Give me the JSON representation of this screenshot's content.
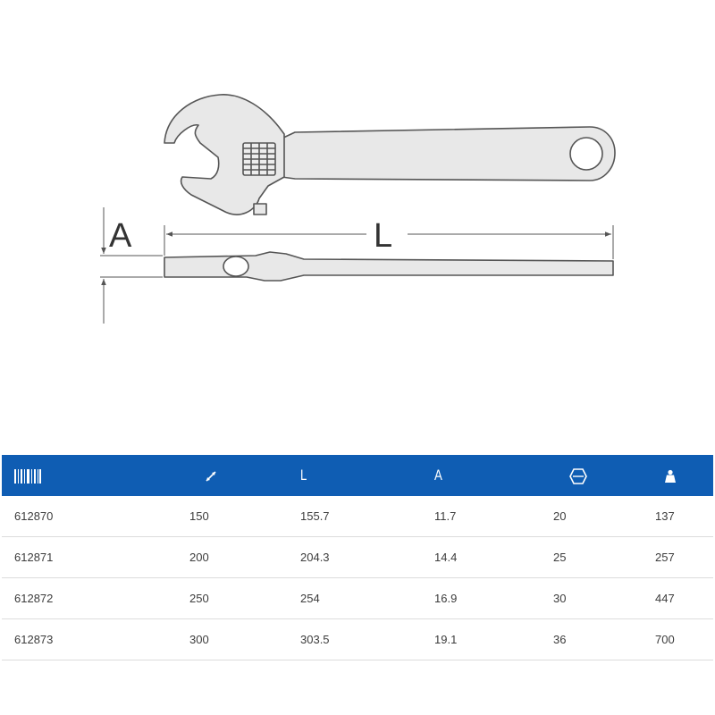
{
  "drawing": {
    "label_a": "A",
    "label_l": "L",
    "line_color": "#555555",
    "fill_color": "#e6e6e6"
  },
  "table": {
    "header_color": "#0f5db3",
    "columns": [
      {
        "key": "code",
        "label": "",
        "icon": "barcode-icon"
      },
      {
        "key": "size",
        "label": "",
        "icon": "size-dimension-icon"
      },
      {
        "key": "length",
        "label": "L",
        "icon": ""
      },
      {
        "key": "thickness",
        "label": "A",
        "icon": ""
      },
      {
        "key": "jaw_opening",
        "label": "",
        "icon": "jaw-opening-icon"
      },
      {
        "key": "weight",
        "label": "",
        "icon": "weight-icon"
      }
    ],
    "rows": [
      [
        "612870",
        "150",
        "155.7",
        "11.7",
        "20",
        "137"
      ],
      [
        "612871",
        "200",
        "204.3",
        "14.4",
        "25",
        "257"
      ],
      [
        "612872",
        "250",
        "254",
        "16.9",
        "30",
        "447"
      ],
      [
        "612873",
        "300",
        "303.5",
        "19.1",
        "36",
        "700"
      ]
    ]
  }
}
